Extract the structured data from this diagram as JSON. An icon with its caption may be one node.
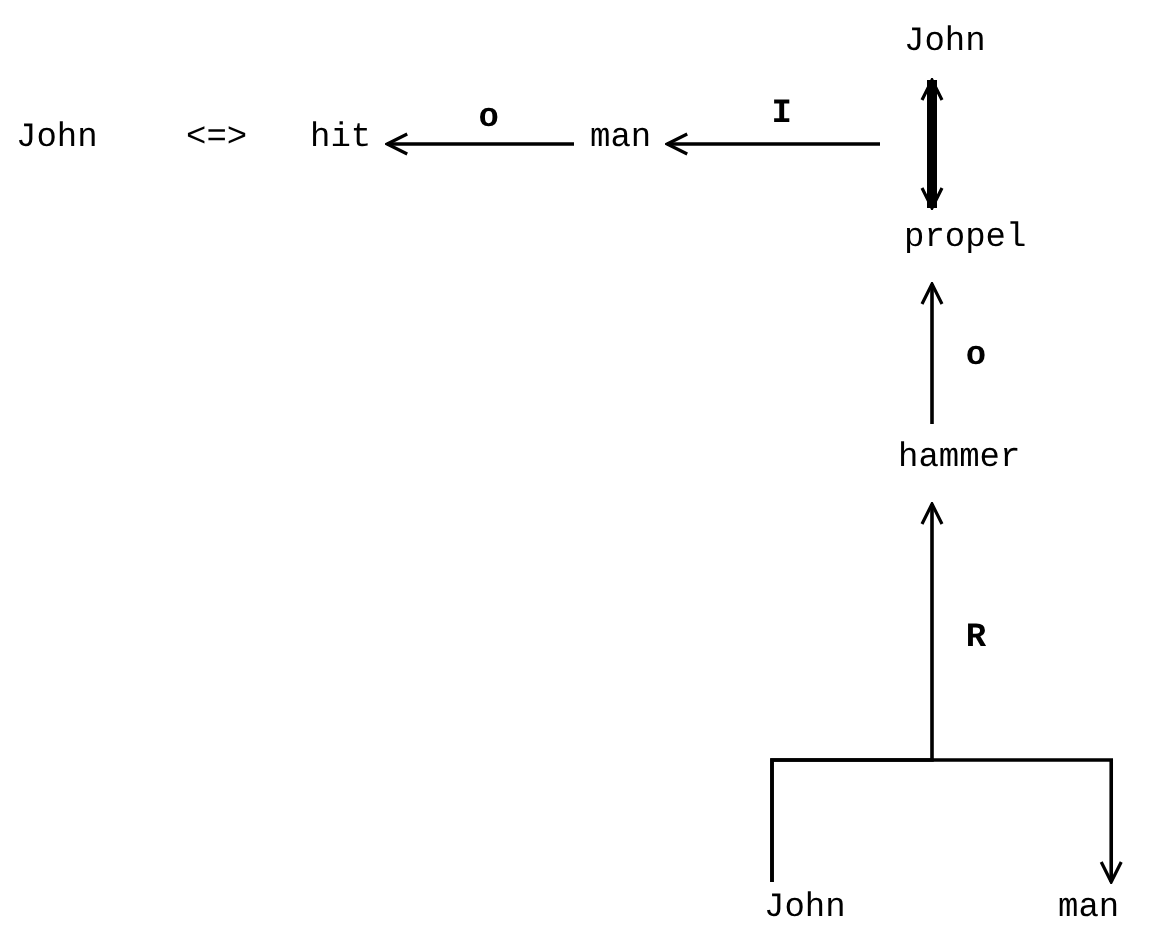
{
  "diagram": {
    "nodes": [
      {
        "text": [
          "John"
        ]
      },
      {
        "text": [
          "hit"
        ]
      },
      {
        "text": [
          "man"
        ]
      },
      {
        "text": [
          "John"
        ]
      },
      {
        "text": [
          "propel"
        ]
      },
      {
        "text": [
          "hammer"
        ]
      },
      {
        "text": [
          "John"
        ]
      },
      {
        "text": [
          "man"
        ]
      }
    ],
    "edges": [
      {
        "from": 2,
        "to": 1,
        "label": "o",
        "arrow": "to"
      },
      {
        "from": null,
        "to": 2,
        "label": "I",
        "arrow": "to"
      },
      {
        "from": 3,
        "to": 4,
        "arrow": "both",
        "style": "thick"
      },
      {
        "from": 5,
        "to": 4,
        "label": "o",
        "arrow": "to"
      },
      {
        "from": 6,
        "to": 5,
        "label": "R",
        "arrow": "to"
      },
      {
        "from": 6,
        "to": 7,
        "arrow": "to"
      }
    ],
    "labels": [
      "<=>"
    ]
  }
}
